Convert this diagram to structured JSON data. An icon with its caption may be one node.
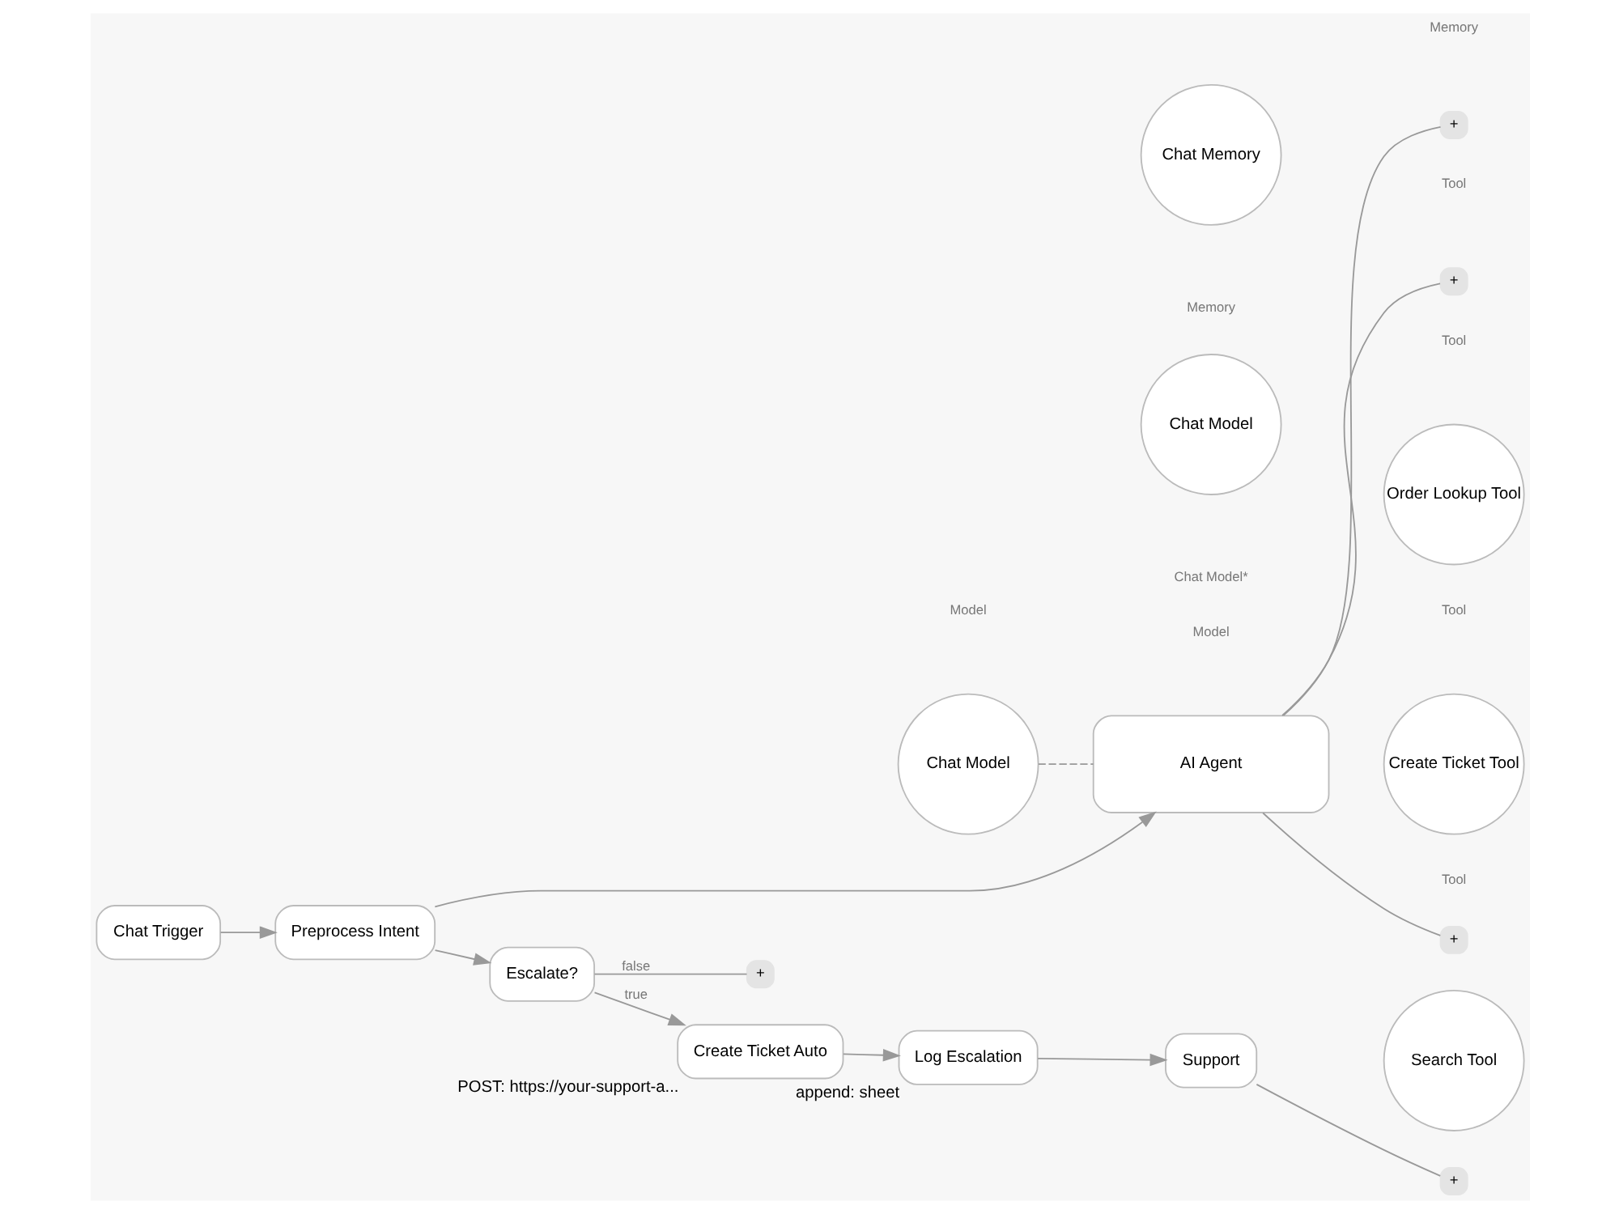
{
  "diagram": {
    "nodes": [
      {
        "text": [
          "Chat Trigger"
        ]
      },
      {
        "text": [
          "Preprocess Intent"
        ]
      },
      {
        "text": [
          "AI Agent"
        ]
      },
      {
        "text": [
          "Search Tool"
        ]
      },
      {
        "text": [
          "Order Lookup Tool"
        ]
      },
      {
        "text": [
          "Create Ticket Tool"
        ]
      },
      {
        "text": [
          "Chat Model"
        ]
      },
      {
        "text": [
          "Chat Model"
        ]
      },
      {
        "text": [
          "Chat Memory"
        ]
      },
      {
        "text": [
          "Escalate?"
        ]
      },
      {
        "text": [
          "Create Ticket Auto"
        ],
        "beside": [
          "POST: https://your-support-a..."
        ]
      },
      {
        "text": [
          "Log Escalation"
        ],
        "beside": [
          "append: sheet"
        ]
      },
      {
        "text": [
          "Support"
        ]
      },
      {
        "text": [
          "+"
        ]
      },
      {
        "text": [
          "+"
        ]
      },
      {
        "text": [
          "+"
        ]
      },
      {
        "text": [
          "+"
        ]
      },
      {
        "text": [
          "+"
        ]
      }
    ],
    "edges": [
      {
        "from": 0,
        "to": 1,
        "arrow": "to"
      },
      {
        "from": 1,
        "to": 2,
        "arrow": "to"
      },
      {
        "from": 1,
        "to": 9,
        "arrow": "to"
      },
      {
        "from": 7,
        "to": 2,
        "arrow": "none",
        "style": "dashed"
      },
      {
        "from": 2,
        "to": 13,
        "arrow": "none"
      },
      {
        "from": 2,
        "to": 14,
        "arrow": "none"
      },
      {
        "from": 2,
        "to": 15,
        "arrow": "none"
      },
      {
        "from": 9,
        "to": 10,
        "arrow": "to",
        "label": "true"
      },
      {
        "from": 9,
        "to": 16,
        "arrow": "none",
        "label": "false"
      },
      {
        "from": 10,
        "to": 11,
        "arrow": "to"
      },
      {
        "from": 11,
        "to": 12,
        "arrow": "to"
      },
      {
        "from": 12,
        "to": 17,
        "arrow": "none"
      }
    ],
    "labels": [
      "Tool",
      "Tool",
      "Tool",
      "Model",
      "Chat Model*",
      "Memory",
      "Tool",
      "Model",
      "Memory"
    ]
  }
}
